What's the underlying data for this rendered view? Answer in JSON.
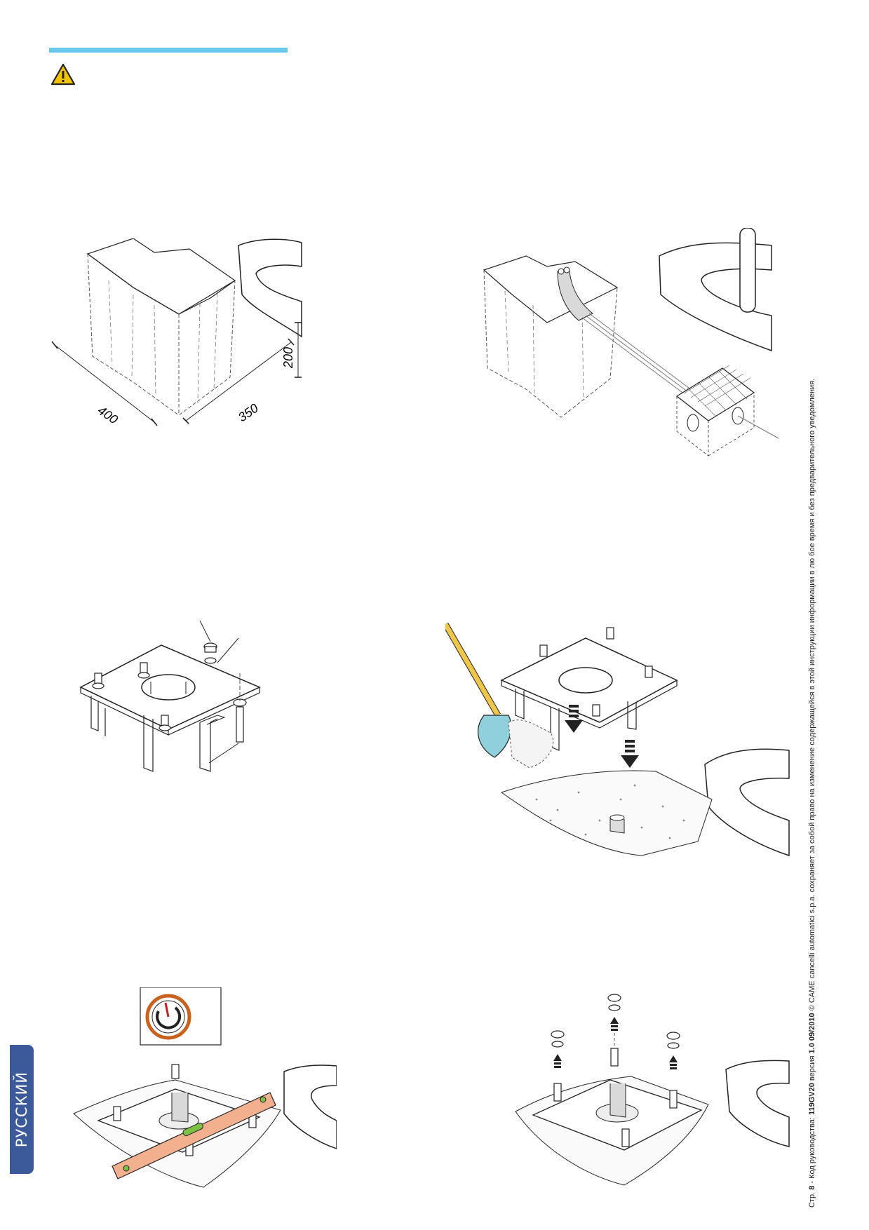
{
  "sidebar": {
    "language_tab": "РУССКИЙ"
  },
  "figures": {
    "excavation": {
      "dim_length": "400",
      "dim_width": "350",
      "dim_depth": "200"
    }
  },
  "footer": {
    "page_label": "Стр.",
    "page_number": "8",
    "code_label": "- Код руководства:",
    "code": "119GV20",
    "version_label": "версия",
    "version": "1.0",
    "date": "09/2010",
    "copyright": "© CAME cancelli automatici s.p.a. сохраняет за собой право на изменение содержащейся в этой инструкции информации в лю бое время и без предварительного уведомления."
  },
  "colors": {
    "accent_rule": "#69c9ec",
    "language_tab": "#3c5a9a",
    "warning_fill": "#f5c400",
    "level_tool": "#f3b08f",
    "shovel_handle": "#f0c64a",
    "shovel_blade": "#8fd0dc",
    "clock_ring": "#c8621e"
  },
  "icons": [
    "warning-icon",
    "clock-icon",
    "arrow-down-icon",
    "arrow-up-icon"
  ]
}
